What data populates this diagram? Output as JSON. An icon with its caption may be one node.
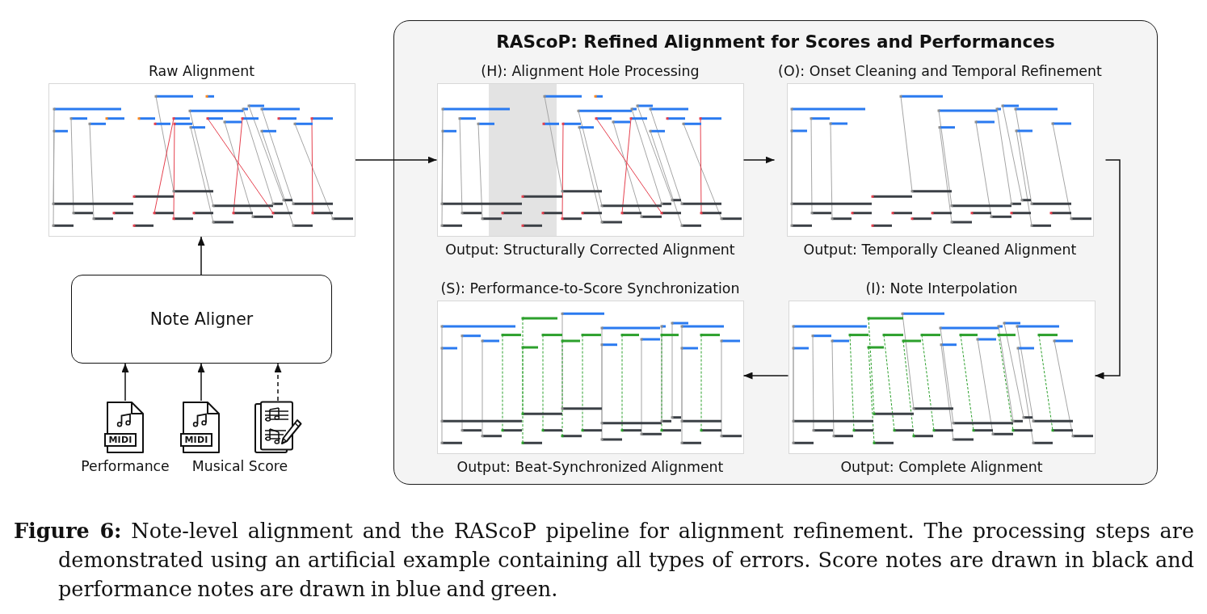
{
  "diagram": {
    "nodes": [
      {
        "text": [
          "Raw Alignment"
        ]
      },
      {
        "text": [
          "Note Aligner"
        ]
      },
      {
        "text": [
          "MIDI",
          "Performance"
        ]
      },
      {
        "text": [
          "MIDI"
        ]
      },
      {
        "text": [],
        "shape": "picture"
      },
      {
        "text": [
          "RAScoP: Refined Alignment for Scores and Performances"
        ]
      },
      {
        "text": [
          "(H): Alignment Hole Processing",
          "Output: Structurally Corrected Alignment"
        ],
        "in": 5
      },
      {
        "text": [
          "(O): Onset Cleaning and Temporal Refinement",
          "Output: Temporally Cleaned Alignment"
        ],
        "in": 5
      },
      {
        "text": [
          "(S): Performance-to-Score Synchronization",
          "Output: Beat-Synchronized Alignment"
        ],
        "in": 5
      },
      {
        "text": [
          "(I): Note Interpolation",
          "Output: Complete Alignment"
        ],
        "in": 5
      }
    ],
    "edges": [
      {
        "from": 2,
        "to": 1,
        "arrow": "to"
      },
      {
        "from": 3,
        "to": 1,
        "arrow": "to"
      },
      {
        "from": 4,
        "to": 1,
        "arrow": "to",
        "style": "dashed"
      },
      {
        "from": 1,
        "to": 0,
        "arrow": "to"
      },
      {
        "from": 0,
        "to": 6,
        "arrow": "to"
      },
      {
        "from": 6,
        "to": 7,
        "arrow": "to"
      },
      {
        "from": 7,
        "to": 9,
        "arrow": "to"
      },
      {
        "from": 9,
        "to": 8,
        "arrow": "to"
      }
    ],
    "labels": [
      "Musical Score"
    ],
    "caption": "**Figure 6:** Note-level alignment and the RAScoP pipeline for alignment refinement. The processing steps are demonstrated using an artificial example containing all types of errors. Score notes are drawn in black and performance notes are drawn in blue and green."
  }
}
